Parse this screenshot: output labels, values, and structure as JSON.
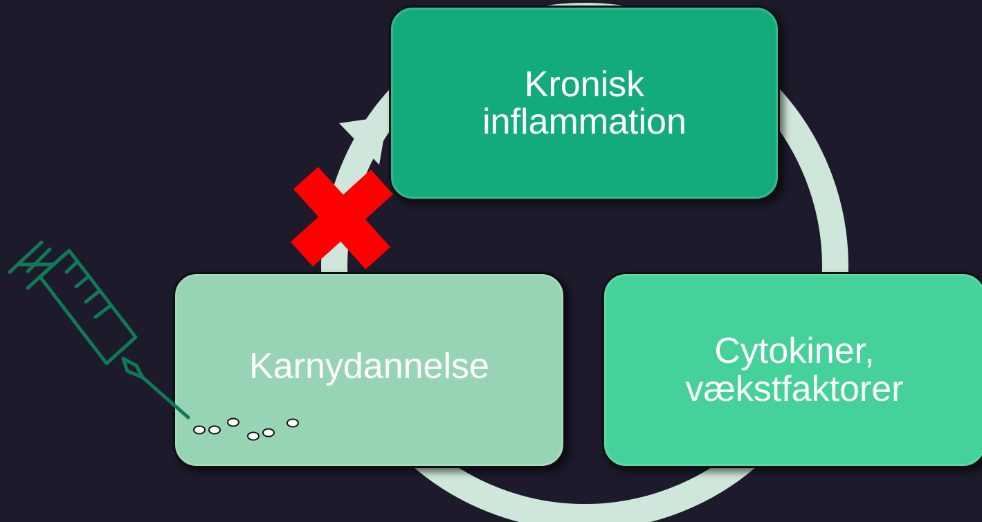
{
  "colors": {
    "background": "#1c1a2b",
    "cycle_arrow": "#cfe7da",
    "node_top_fill": "#14ab7c",
    "node_right_fill": "#45d19a",
    "node_left_fill": "#97d4b4",
    "node_text": "#ffffff",
    "syringe": "#0f7a55",
    "cross": "#ff0000",
    "particles": "#ffffff"
  },
  "nodes": {
    "top": {
      "line1": "Kronisk",
      "line2": "inflammation"
    },
    "right": {
      "line1": "Cytokiner,",
      "line2": "vækstfaktorer"
    },
    "left": {
      "label": "Karnydannelse"
    }
  },
  "icons": {
    "blocked_marker": "red-cross-icon",
    "injection": "syringe-icon",
    "particles": "particle-dots-icon"
  }
}
